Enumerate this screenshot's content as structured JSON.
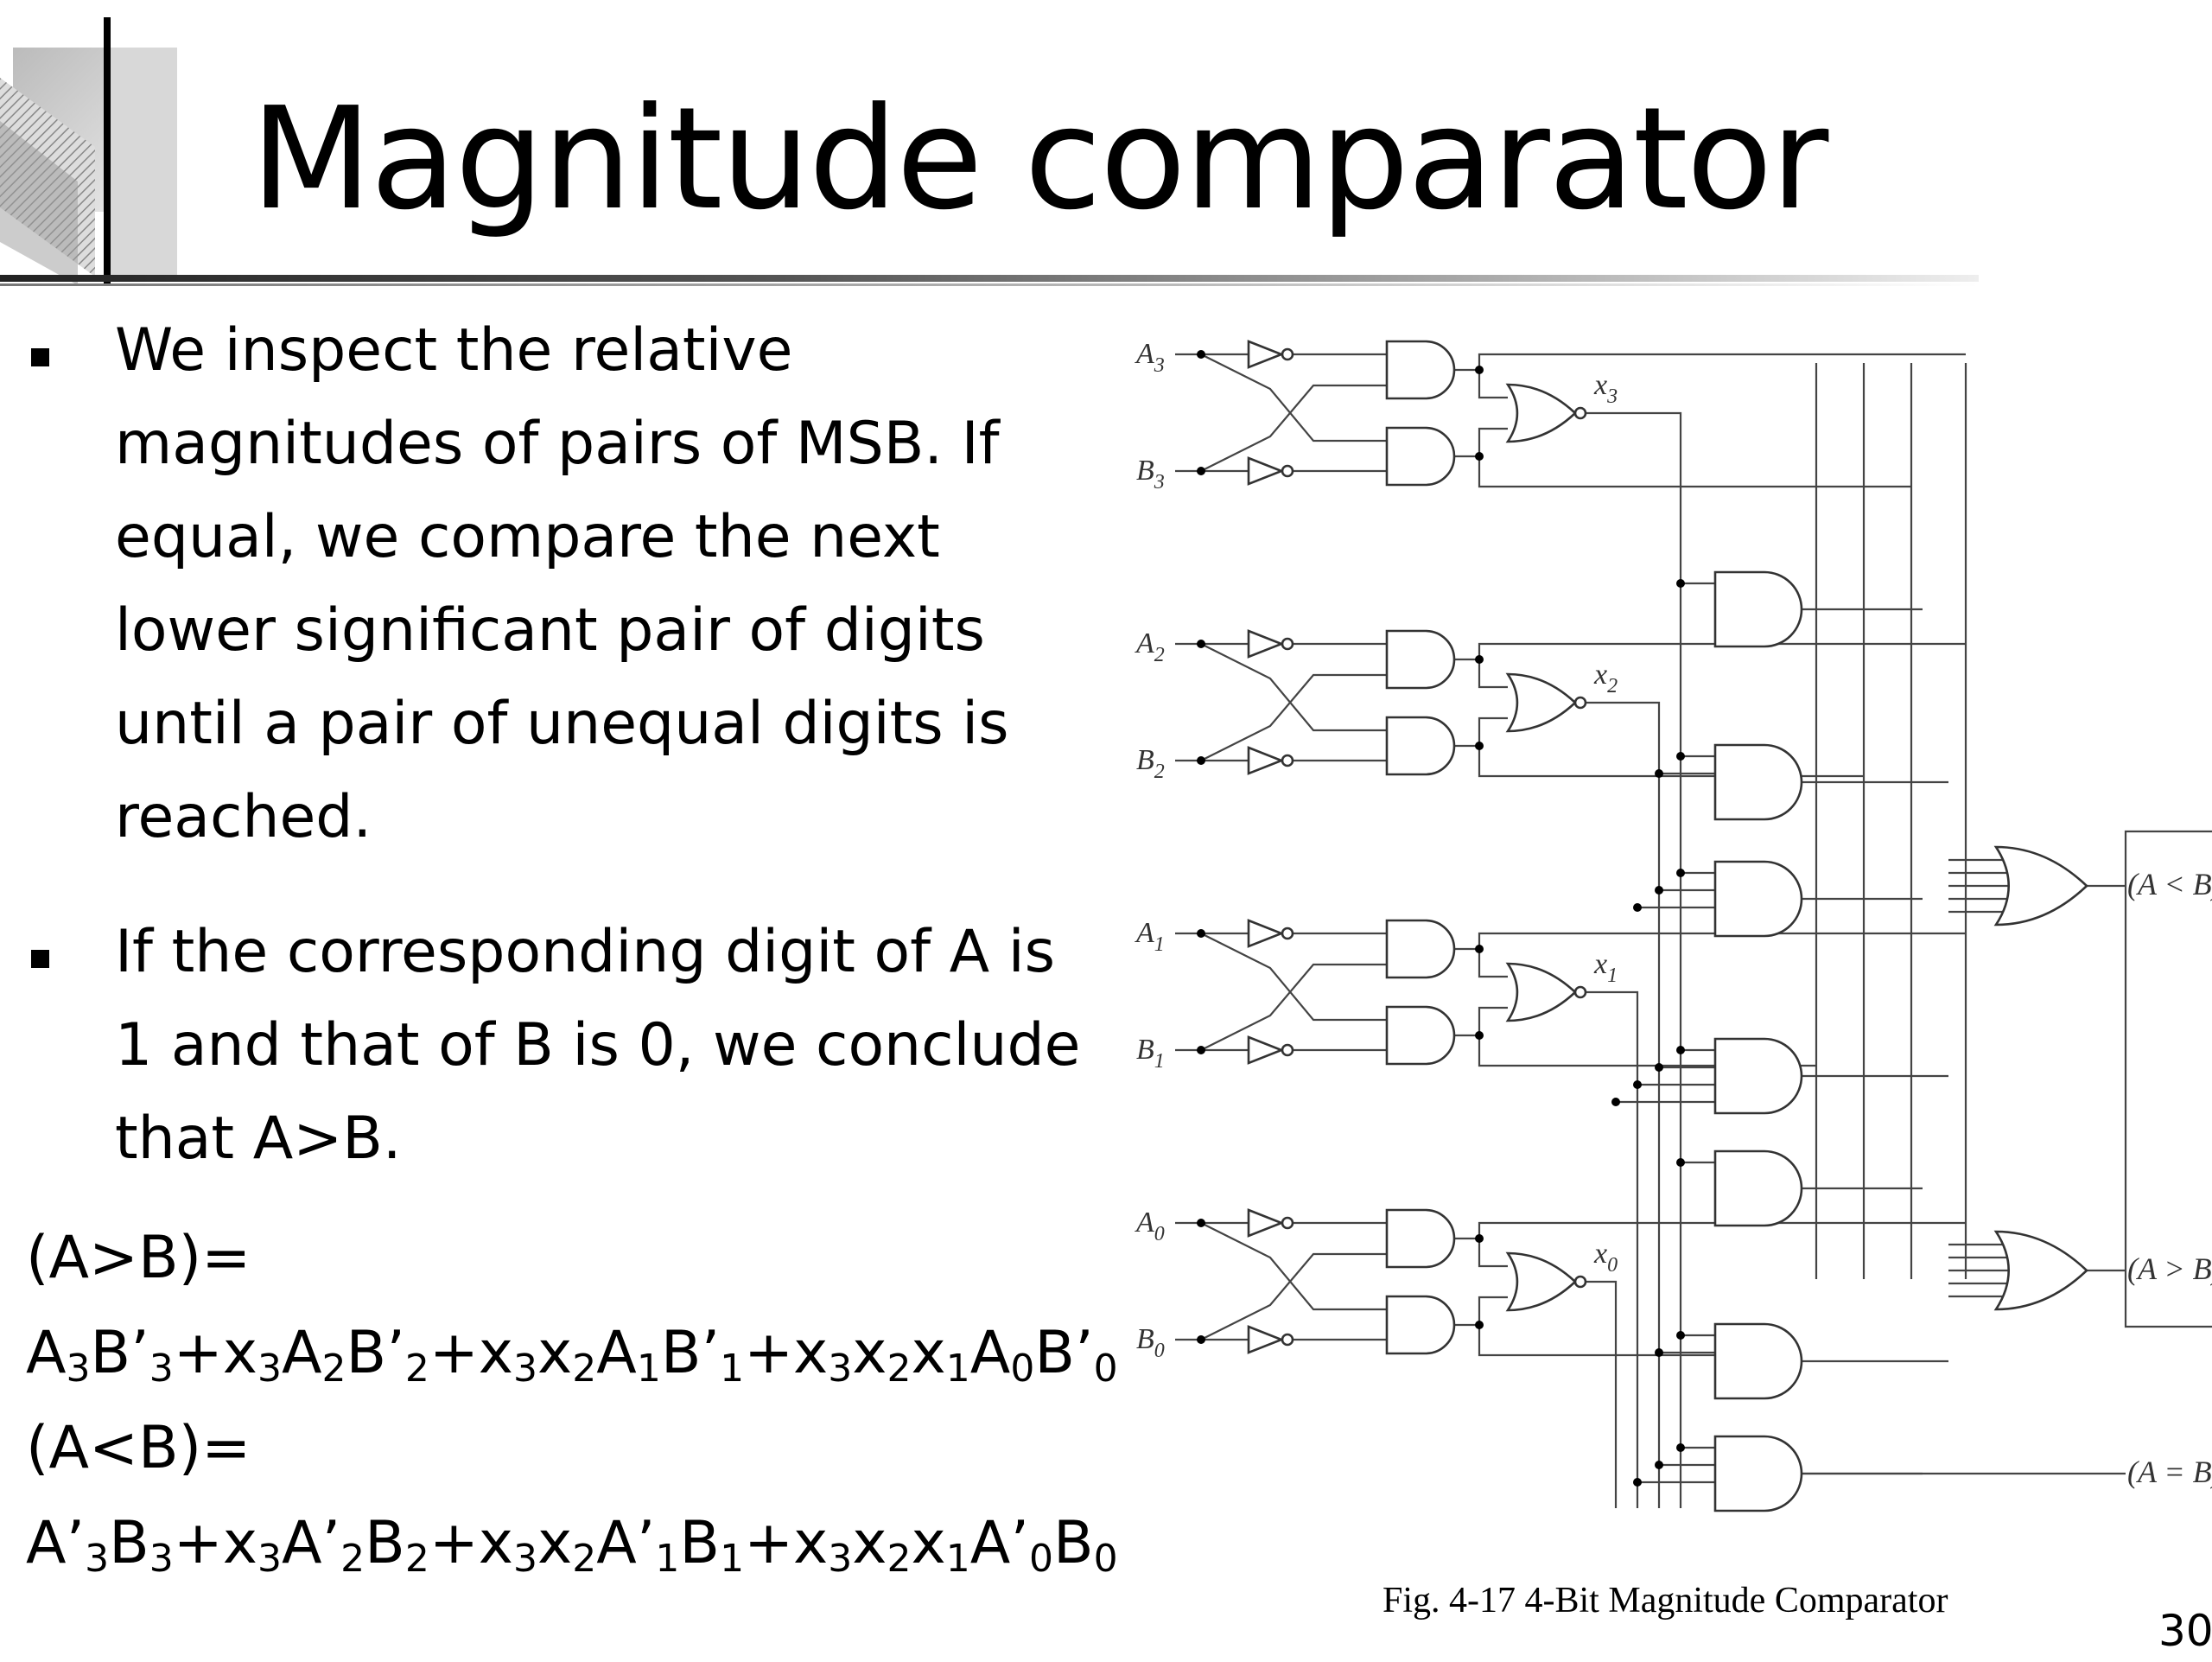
{
  "slide": {
    "title": "Magnitude comparator",
    "page_number": "30"
  },
  "bullets": [
    {
      "lines": [
        "We inspect the relative",
        "magnitudes of pairs of MSB. If",
        "equal, we compare the next",
        "lower significant pair of digits",
        "until a pair of unequal digits is",
        "reached."
      ]
    },
    {
      "lines": [
        "If the corresponding digit of A is",
        "1 and that of B is 0, we conclude",
        "that A>B."
      ]
    }
  ],
  "equations": {
    "gt_label": "(A>B)=",
    "gt_expr": [
      {
        "t": "A"
      },
      {
        "s": "3"
      },
      {
        "t": "B’"
      },
      {
        "s": "3"
      },
      {
        "t": "+x"
      },
      {
        "s": "3"
      },
      {
        "t": "A"
      },
      {
        "s": "2"
      },
      {
        "t": "B’"
      },
      {
        "s": "2"
      },
      {
        "t": "+x"
      },
      {
        "s": "3"
      },
      {
        "t": "x"
      },
      {
        "s": "2"
      },
      {
        "t": "A"
      },
      {
        "s": "1"
      },
      {
        "t": "B’"
      },
      {
        "s": "1"
      },
      {
        "t": "+x"
      },
      {
        "s": "3"
      },
      {
        "t": "x"
      },
      {
        "s": "2"
      },
      {
        "t": "x"
      },
      {
        "s": "1"
      },
      {
        "t": "A"
      },
      {
        "s": "0"
      },
      {
        "t": "B’"
      },
      {
        "s": "0"
      }
    ],
    "lt_label": "(A<B)=",
    "lt_expr": [
      {
        "t": "A’"
      },
      {
        "s": "3"
      },
      {
        "t": "B"
      },
      {
        "s": "3"
      },
      {
        "t": "+x"
      },
      {
        "s": "3"
      },
      {
        "t": "A’"
      },
      {
        "s": "2"
      },
      {
        "t": "B"
      },
      {
        "s": "2"
      },
      {
        "t": "+x"
      },
      {
        "s": "3"
      },
      {
        "t": "x"
      },
      {
        "s": "2"
      },
      {
        "t": "A’"
      },
      {
        "s": "1"
      },
      {
        "t": "B"
      },
      {
        "s": "1"
      },
      {
        "t": "+x"
      },
      {
        "s": "3"
      },
      {
        "t": "x"
      },
      {
        "s": "2"
      },
      {
        "t": "x"
      },
      {
        "s": "1"
      },
      {
        "t": "A’"
      },
      {
        "s": "0"
      },
      {
        "t": "B"
      },
      {
        "s": "0"
      }
    ]
  },
  "diagram": {
    "caption": "Fig. 4-17  4-Bit Magnitude Comparator",
    "inputs": [
      {
        "a": "A",
        "b": "B",
        "n": "3",
        "x": "x",
        "xn": "3"
      },
      {
        "a": "A",
        "b": "B",
        "n": "2",
        "x": "x",
        "xn": "2"
      },
      {
        "a": "A",
        "b": "B",
        "n": "1",
        "x": "x",
        "xn": "1"
      },
      {
        "a": "A",
        "b": "B",
        "n": "0",
        "x": "x",
        "xn": "0"
      }
    ],
    "outputs": [
      "(A < B)",
      "(A > B)",
      "(A = B)"
    ]
  }
}
